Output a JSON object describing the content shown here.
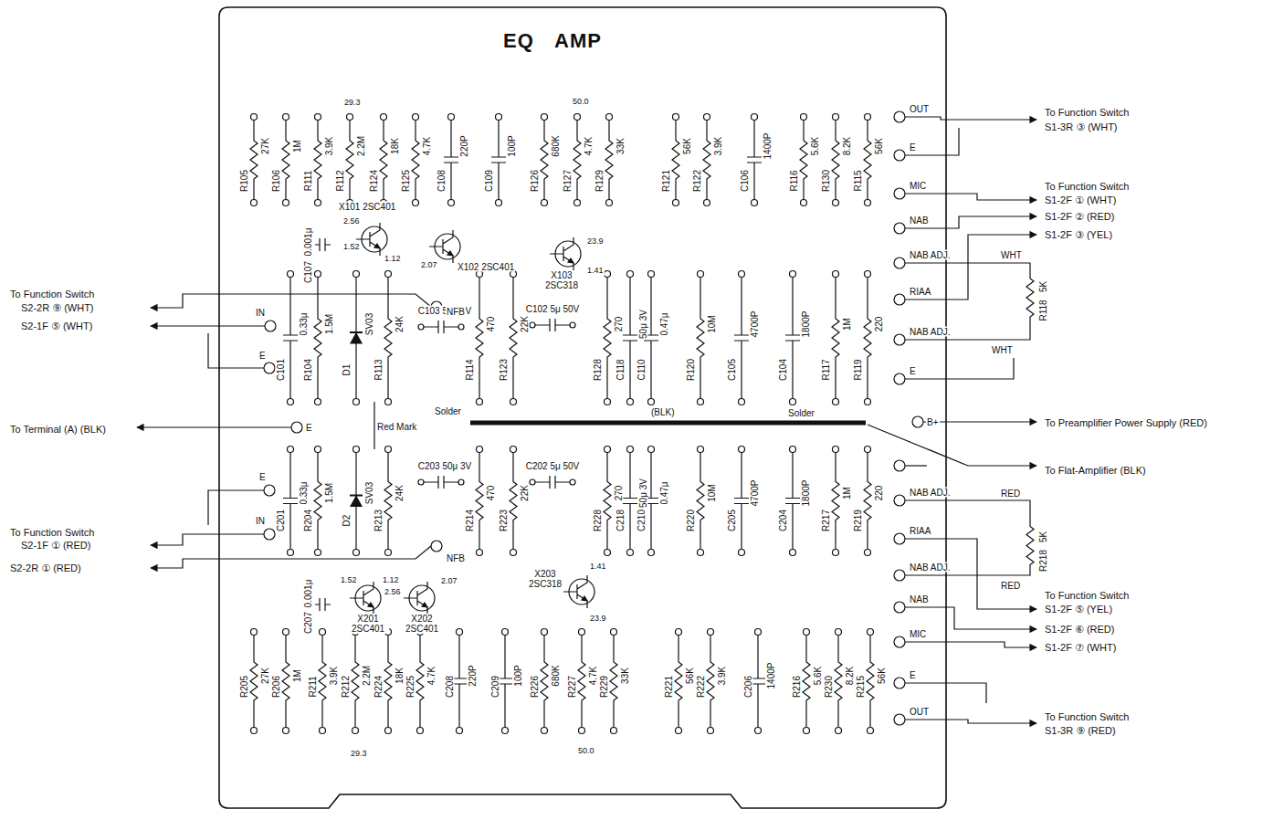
{
  "diagram": {
    "title": "EQ AMP",
    "labels": [
      "27K",
      "R105",
      "1M",
      "R106",
      "3.9K",
      "R111",
      "2.2M",
      "R112",
      "18K",
      "R124",
      "4.7K",
      "R125",
      "220P",
      "C108",
      "100P",
      "C109",
      "680K",
      "R126",
      "4.7K",
      "R127",
      "33K",
      "R129",
      "56K",
      "R121",
      "3.9K",
      "R122",
      "1400P",
      "C106",
      "5.6K",
      "R116",
      "8.2K",
      "R130",
      "56K",
      "R115",
      "27K",
      "R205",
      "1M",
      "R206",
      "3.9K",
      "R211",
      "2.2M",
      "R212",
      "18K",
      "R224",
      "4.7K",
      "R225",
      "220P",
      "C208",
      "100P",
      "C209",
      "680K",
      "R226",
      "4.7K",
      "R227",
      "33K",
      "R229",
      "56K",
      "R221",
      "3.9K",
      "R222",
      "1400P",
      "C206",
      "5.6K",
      "R216",
      "8.2K",
      "R230",
      "56K",
      "R215",
      "0.33μ",
      "C101",
      "1.5M",
      "R104",
      "SV03",
      "D1",
      "24K",
      "R113",
      "470",
      "R114",
      "22K",
      "R123",
      "270",
      "R128",
      "50μ 3V",
      "C118",
      "0.47μ",
      "C110",
      "10M",
      "R120",
      "4700P",
      "C105",
      "1800P",
      "C104",
      "1M",
      "R117",
      "220",
      "R119",
      "C103 50μ 3V",
      "C102 5μ 50V",
      "0.33μ",
      "C201",
      "1.5M",
      "R204",
      "SV03",
      "D2",
      "24K",
      "R213",
      "470",
      "R214",
      "22K",
      "R223",
      "270",
      "R228",
      "50μ 3V",
      "C218",
      "0.47μ",
      "C210",
      "10M",
      "R220",
      "4700P",
      "C205",
      "1800P",
      "C204",
      "1M",
      "R217",
      "220",
      "R219",
      "C203 50μ 3V",
      "C202 5μ 50V",
      "0.001μ",
      "C107",
      "0.001μ",
      "C207",
      "5K",
      "R118",
      "5K",
      "R218",
      "X101 2SC401",
      "X102 2SC401",
      "X103 2SC318",
      "X201 2SC401",
      "X202 2SC401",
      "X203 2SC318",
      "29.3",
      "50.0",
      "2.56",
      "1.52",
      "1.12",
      "2.07",
      "23.9",
      "1.41",
      "1.52",
      "1.12",
      "2.56",
      "2.07",
      "1.41",
      "23.9",
      "29.3",
      "50.0",
      "OUT",
      "E",
      "MIC",
      "NAB",
      "NAB ADJ.",
      "RIAA",
      "NAB ADJ.",
      "E",
      "B+",
      "NAB ADJ.",
      "RIAA",
      "NAB ADJ.",
      "NAB",
      "MIC",
      "E",
      "OUT",
      "IN",
      "E",
      "E",
      "IN",
      "NFB",
      "NFB",
      "E",
      "Solder",
      "(BLK)",
      "Solder",
      "Red Mark",
      "To Function Switch",
      "S1-3R ③ (WHT)",
      "To Function Switch",
      "S1-2F ① (WHT)",
      "S1-2F ② (RED)",
      "S1-2F ③ (YEL)",
      "WHT",
      "WHT",
      "To Preamplifier Power Supply (RED)",
      "To Flat-Amplifier (BLK)",
      "RED",
      "RED",
      "To Function Switch",
      "S1-2F ⑤ (YEL)",
      "S1-2F ⑥ (RED)",
      "S1-2F ⑦ (WHT)",
      "To Function Switch",
      "S1-3R ⑨ (RED)",
      "To Function Switch",
      "S2-2R ⑨ (WHT)",
      "S2-1F ⑤ (WHT)",
      "To Terminal (A) (BLK)",
      "To Function Switch",
      "S2-1F ① (RED)",
      "S2-2R ① (RED)"
    ]
  }
}
